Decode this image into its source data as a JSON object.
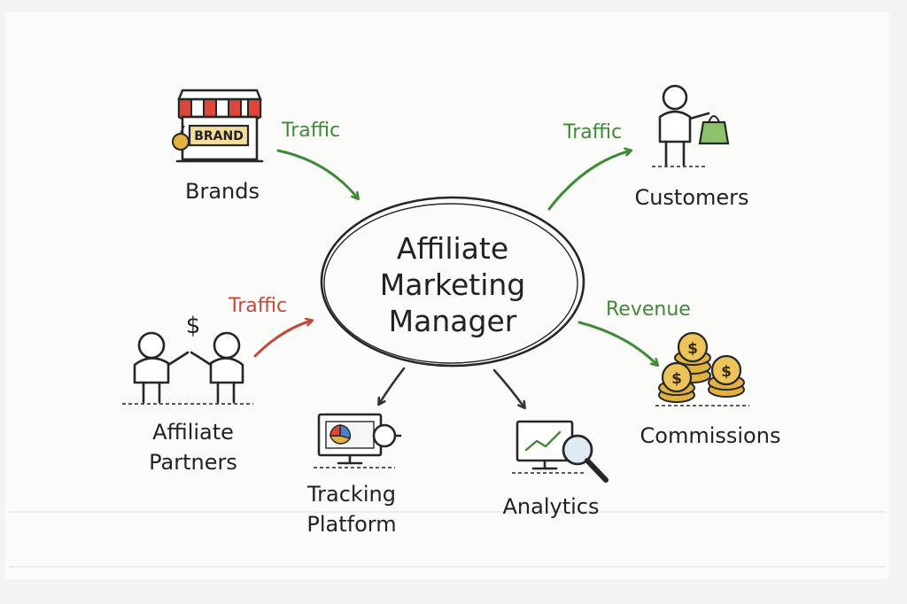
{
  "center": {
    "lines": [
      "Affiliate",
      "Marketing",
      "Manager"
    ]
  },
  "nodes": {
    "brands": {
      "lines": [
        "Brands"
      ],
      "sign": "BRAND"
    },
    "customers": {
      "lines": [
        "Customers"
      ]
    },
    "affiliate_partners": {
      "lines": [
        "Affiliate",
        "Partners"
      ],
      "symbol": "$"
    },
    "tracking_platform": {
      "lines": [
        "Tracking",
        "Platform"
      ]
    },
    "analytics": {
      "lines": [
        "Analytics"
      ]
    },
    "commissions": {
      "lines": [
        "Commissions"
      ],
      "coin_symbol": "$"
    }
  },
  "flows": {
    "brands_to_manager": {
      "label": "Traffic"
    },
    "manager_to_customers": {
      "label": "Traffic"
    },
    "partners_to_manager": {
      "label": "Traffic"
    },
    "manager_to_commissions": {
      "label": "Revenue"
    }
  },
  "colors": {
    "flow_green": "#3f8a36",
    "flow_red": "#c4493a",
    "awning_red": "#d9483b",
    "coin_gold": "#e2b140",
    "bag_green": "#8cc26a",
    "ink": "#262626"
  }
}
